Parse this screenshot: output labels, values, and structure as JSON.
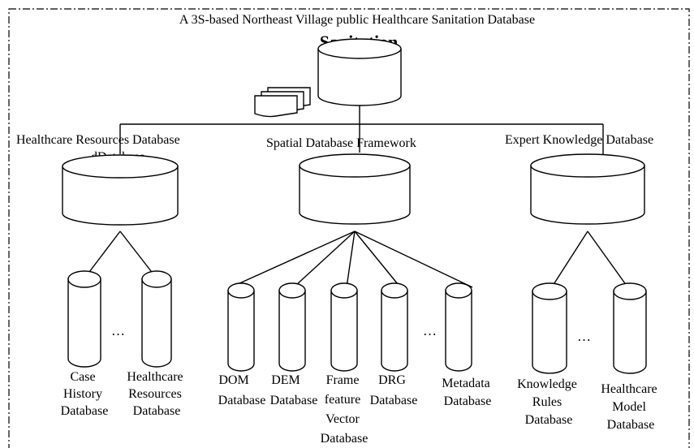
{
  "title": "A 3S-based Northeast Village public Healthcare Sanitation Database",
  "overlap_title_fragment": "Sanitation",
  "branches": {
    "healthcare": {
      "label": "Healthcare Resources Database",
      "overlap_fragment": "dDatabase",
      "children": [
        [
          "Case",
          "History",
          "Database"
        ],
        [
          "Healthcare",
          "Resources",
          "Database"
        ]
      ]
    },
    "spatial": {
      "label": "Spatial Database Framework",
      "children": [
        [
          "DOM",
          "Database"
        ],
        [
          "DEM",
          "Database"
        ],
        [
          "Frame",
          "feature",
          "Vector",
          "Database"
        ],
        [
          "DRG",
          "Database"
        ],
        [
          "Metadata",
          "Database"
        ]
      ]
    },
    "expert": {
      "label": "Expert Knowledge Database",
      "children": [
        [
          "Knowledge",
          "Rules",
          "Database"
        ],
        [
          "Healthcare",
          "Model",
          "Database"
        ]
      ]
    }
  },
  "ellipsis": "…"
}
